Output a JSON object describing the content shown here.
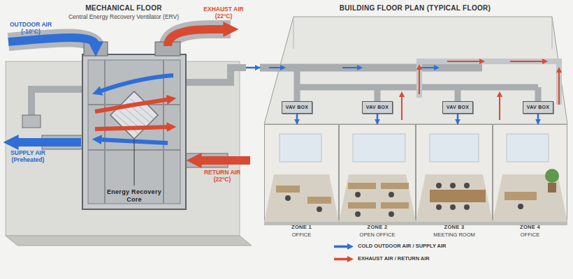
{
  "diagram": {
    "nodes": [
      {
        "text": [
          "MECHANICAL FLOOR",
          "Central Energy Recovery Ventilator (ERV)"
        ]
      },
      {
        "text": [
          "Energy Recovery Core"
        ],
        "in": 0
      },
      {
        "text": [
          "BUILDING FLOOR PLAN (TYPICAL FLOOR)"
        ]
      },
      {
        "text": [
          "VAV BOX"
        ],
        "in": 2
      },
      {
        "text": [
          "VAV BOX"
        ],
        "in": 2
      },
      {
        "text": [
          "VAV BOX"
        ],
        "in": 2
      },
      {
        "text": [
          "VAV BOX"
        ],
        "in": 2
      },
      {
        "text": [
          "ZONE 1",
          "OFFICE"
        ],
        "in": 2
      },
      {
        "text": [
          "ZONE 2",
          "OPEN OFFICE"
        ],
        "in": 2
      },
      {
        "text": [
          "ZONE 3",
          "MEETING ROOM"
        ],
        "in": 2
      },
      {
        "text": [
          "ZONE 4",
          "OFFICE"
        ],
        "in": 2
      }
    ],
    "edges": [
      {
        "from": 0,
        "to": 2,
        "arrow": "to"
      },
      {
        "from": 3,
        "to": 7,
        "arrow": "to"
      },
      {
        "from": 4,
        "to": 8,
        "arrow": "to"
      },
      {
        "from": 5,
        "to": 9,
        "arrow": "to"
      },
      {
        "from": 6,
        "to": 10,
        "arrow": "to"
      }
    ],
    "labels": [
      "OUTDOOR AIR (-10°C)",
      "EXHAUST AIR (22°C)",
      "SUPPLY AIR (Preheated)",
      "RETURN AIR (22°C)"
    ],
    "legend": [
      {
        "text": "COLD OUTDOOR AIR / SUPPLY AIR",
        "color": "#2f6fd6"
      },
      {
        "text": "EXHAUST AIR / RETURN AIR",
        "color": "#d94a32"
      }
    ]
  }
}
